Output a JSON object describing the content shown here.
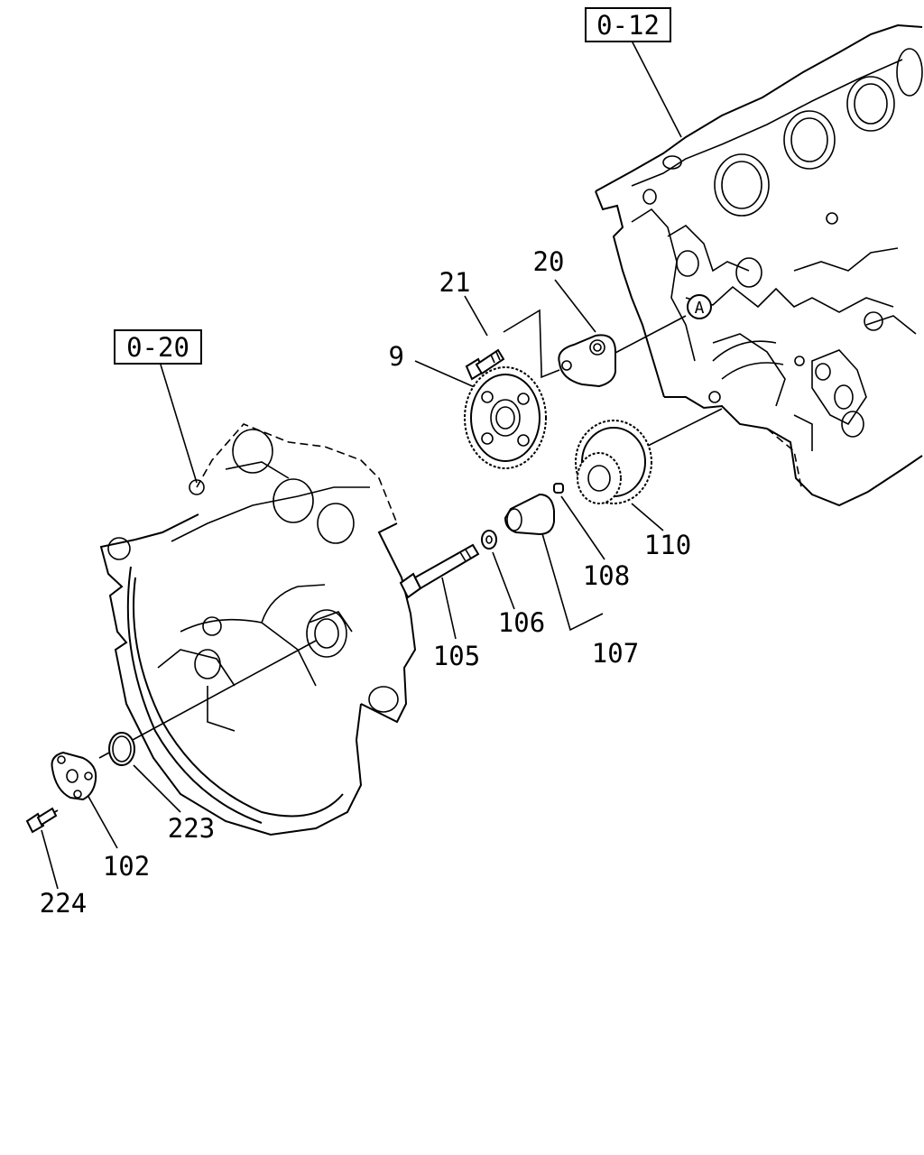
{
  "reference_boxes": {
    "block": "0-12",
    "housing": "0-20"
  },
  "callouts": {
    "c9": "9",
    "c20": "20",
    "c21": "21",
    "c102": "102",
    "c105": "105",
    "c106": "106",
    "c107": "107",
    "c108": "108",
    "c110": "110",
    "c223": "223",
    "c224": "224"
  },
  "marker": "A"
}
